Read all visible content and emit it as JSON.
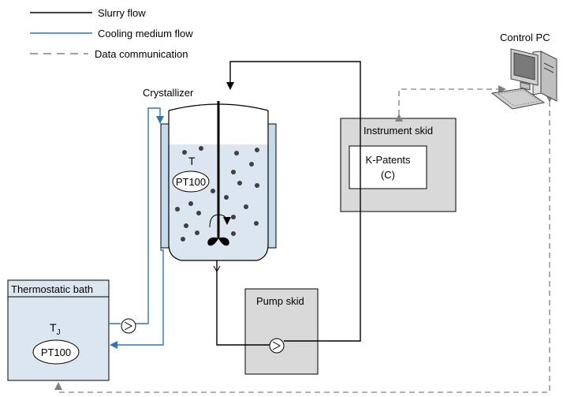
{
  "legend": {
    "slurry": "Slurry flow",
    "cooling": "Cooling medium flow",
    "data": "Data communication"
  },
  "labels": {
    "crystallizer": "Crystallizer",
    "control_pc": "Control PC",
    "instrument_skid": "Instrument skid",
    "kpatents": "K-Patents",
    "kpatents_sub": "(C)",
    "pump_skid": "Pump skid",
    "thermostatic_bath": "Thermostatic bath",
    "reactor_temp": "T",
    "reactor_sensor": "PT100",
    "jacket_temp": "T",
    "jacket_sub": "J",
    "bath_sensor": "PT100"
  },
  "colors": {
    "slurry": "#000000",
    "cooling": "#2e75b6",
    "data": "#808080",
    "skid_fill": "#d9d9d9",
    "vessel_fill": "#dce6f1",
    "jacket_fill": "#c5d9e8",
    "bath_fill": "#dce6f1"
  },
  "icons": {
    "pc": "computer-icon",
    "pump": "pump-icon",
    "stirrer": "stirrer-icon"
  }
}
